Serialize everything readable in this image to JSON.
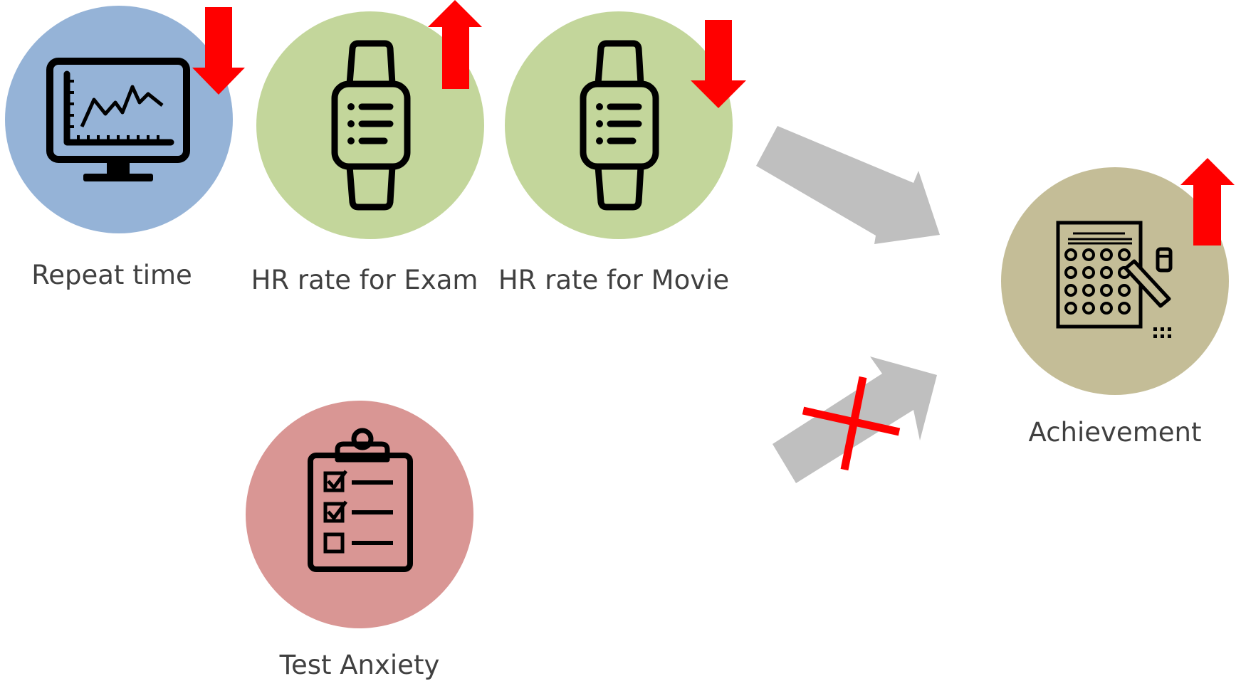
{
  "nodes": {
    "repeat_time": {
      "label": "Repeat time",
      "color": "#95b3d7",
      "icon": "monitor-chart-icon",
      "trend": "down"
    },
    "hr_exam": {
      "label": "HR rate for Exam",
      "color": "#c3d69b",
      "icon": "smartwatch-icon",
      "trend": "up"
    },
    "hr_movie": {
      "label": "HR rate for Movie",
      "color": "#c3d69b",
      "icon": "smartwatch-icon",
      "trend": "down"
    },
    "test_anxiety": {
      "label": "Test Anxiety",
      "color": "#d99694",
      "icon": "checklist-clipboard-icon"
    },
    "achievement": {
      "label": "Achievement",
      "color": "#c4bd97",
      "icon": "answer-sheet-icon",
      "trend": "up"
    }
  },
  "links": [
    {
      "from": "measures",
      "to": "achievement",
      "color": "#bfbfbf",
      "blocked": false
    },
    {
      "from": "test_anxiety",
      "to": "achievement",
      "color": "#bfbfbf",
      "blocked": true
    }
  ],
  "colors": {
    "trend_arrow": "#ff0000",
    "block_mark": "#ff0000",
    "text": "#404040"
  }
}
